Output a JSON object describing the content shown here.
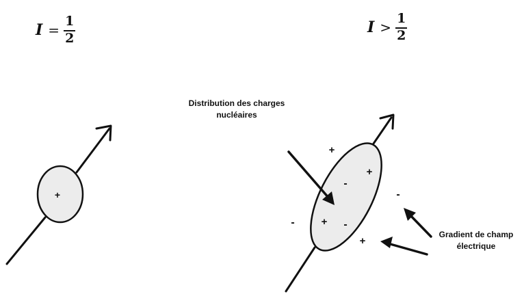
{
  "formulas": {
    "left": {
      "variable": "I",
      "operator": "=",
      "numerator": "1",
      "denominator": "2"
    },
    "right": {
      "variable": "I",
      "operator": ">",
      "numerator": "1",
      "denominator": "2"
    }
  },
  "labels": {
    "charge_distribution_line1": "Distribution des charges",
    "charge_distribution_line2": "nucléaires",
    "field_gradient_line1": "Gradient de champ",
    "field_gradient_line2": "électrique"
  },
  "signs": {
    "plus": "+",
    "minus": "-"
  }
}
